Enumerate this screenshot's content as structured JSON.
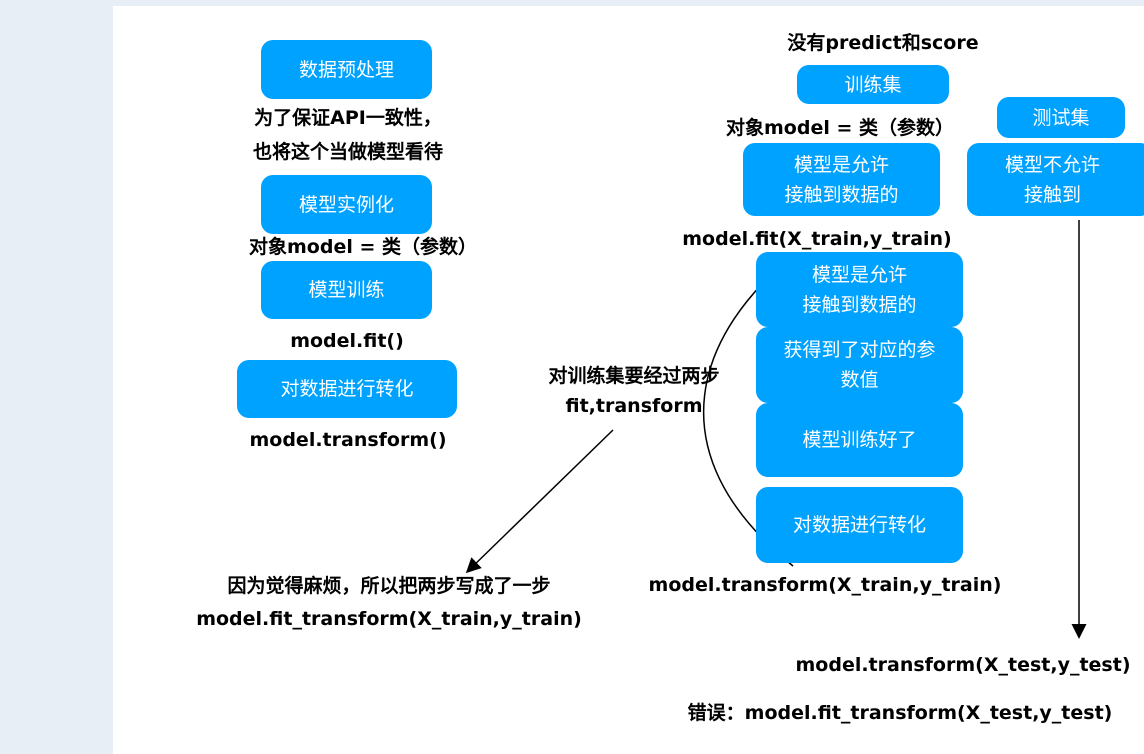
{
  "left": {
    "box_preprocess": "数据预处理",
    "note_api_1": "为了保证API一致性，",
    "note_api_2": "也将这个当做模型看待",
    "box_instantiate": "模型实例化",
    "code_instantiate": "对象model = 类（参数）",
    "box_train": "模型训练",
    "code_fit": "model.fit()",
    "box_transform": "对数据进行转化",
    "code_transform": "model.transform()"
  },
  "middle": {
    "note_two_steps_1": "对训练集要经过两步",
    "note_two_steps_2": "fit,transform",
    "note_merge_1": "因为觉得麻烦，所以把两步写成了一步",
    "note_merge_2": "model.fit_transform(X_train,y_train)"
  },
  "right": {
    "no_predict": "没有predict和score",
    "box_trainset": "训练集",
    "code_instantiate": "对象model = 类（参数）",
    "box_testset": "测试集",
    "box_allowed": "模型是允许\n接触到数据的",
    "box_not_allowed": "模型不允许\n接触到",
    "code_fit": "model.fit(X_train,y_train)",
    "stack_allowed": "模型是允许\n接触到数据的",
    "stack_params": "获得到了对应的参\n数值",
    "stack_trained": "模型训练好了",
    "stack_transform": "对数据进行转化",
    "code_transform_train": "model.transform(X_train,y_train)",
    "code_transform_test": "model.transform(X_test,y_test)",
    "code_wrong": "错误：model.fit_transform(X_test,y_test)"
  },
  "colors": {
    "box": "#00a2ff",
    "sidebar": "#e8eef6"
  }
}
